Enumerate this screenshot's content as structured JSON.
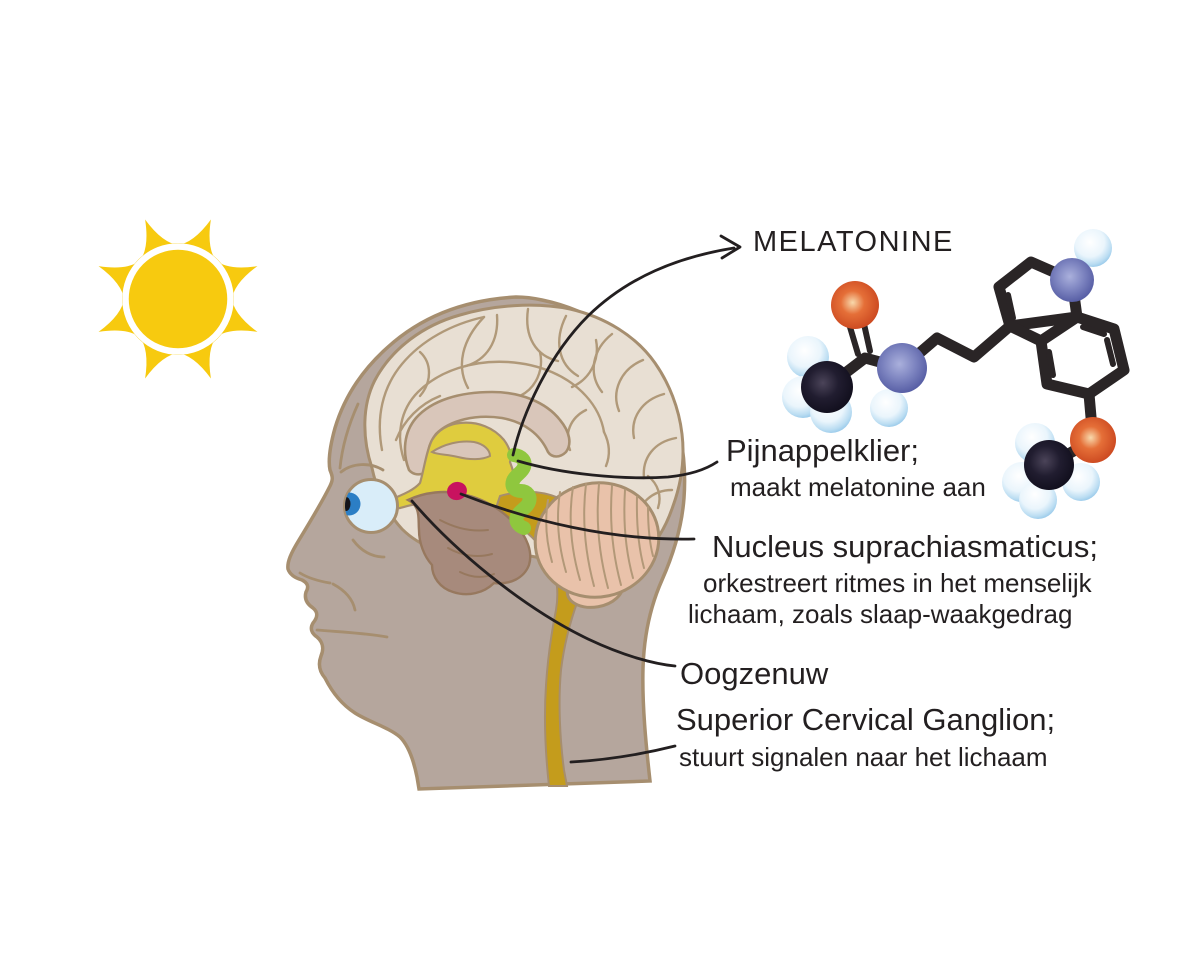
{
  "labels": {
    "melatonine": "MELATONINE",
    "pineal_title": "Pijnappelklier;",
    "pineal_subtitle": "maakt melatonine aan",
    "scn_title": "Nucleus suprachiasmaticus;",
    "scn_subtitle_line1": "orkestreert ritmes in het menselijk",
    "scn_subtitle_line2": "lichaam, zoals slaap-waakgedrag",
    "optic_nerve_title": "Oogzenuw",
    "scg_title": "Superior Cervical Ganglion;",
    "scg_subtitle": "stuurt signalen naar het lichaam"
  },
  "icons": {
    "sun": "sun-icon",
    "head": "human-head-profile-illustration",
    "molecule": "melatonin-molecule-model",
    "arrow": "arrow-right-icon"
  },
  "colors": {
    "sun": "#F7CA0F",
    "skin": "#B5A69D",
    "outline": "#A68E6F",
    "brain": "#E8DFD3",
    "gyri": "#B09979",
    "band": "#D9C6BA",
    "yellow": "#DFCC3E",
    "mustard": "#C49C1C",
    "green": "#8FC73E",
    "scn": "#C8125F",
    "temporal": "#A78A7C",
    "cerebellum": "#E9C2AA",
    "eye-white": "#D9EDF9",
    "iris": "#2B7EC5",
    "pupil": "#161418",
    "ink": "#231F20",
    "bond": "#2A2526"
  }
}
